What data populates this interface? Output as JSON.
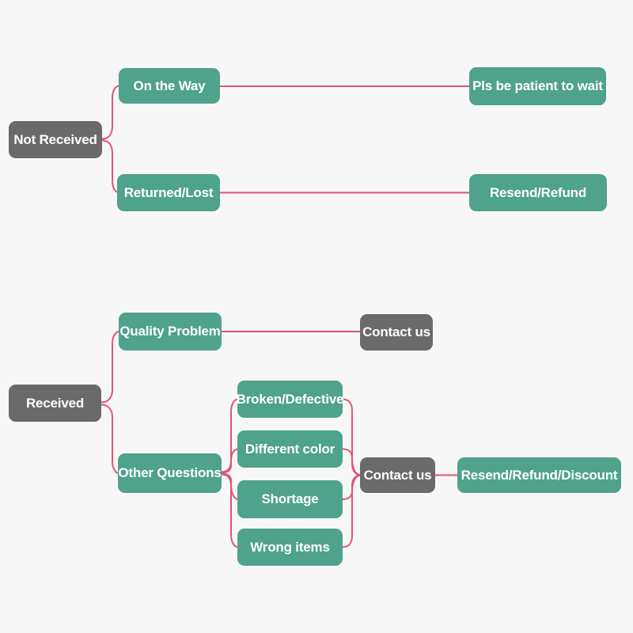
{
  "diagram": {
    "type": "flowchart-mindmap",
    "topic": "Order issue resolution flow",
    "colors": {
      "background": "#f7f7f8",
      "topic_green": "#4fa28c",
      "topic_gray": "#6a6a6a",
      "connector_pink": "#e25378",
      "label_text": "#ffffff"
    },
    "nodes": {
      "not_received": "Not Received",
      "on_the_way": "On the Way",
      "pls_be_patient": "Pls be patient to wait",
      "returned_lost": "Returned/Lost",
      "resend_refund": "Resend/Refund",
      "received": "Received",
      "quality_problem": "Quality Problem",
      "contact_us_quality": "Contact us",
      "other_questions": "Other Questions",
      "broken_defective": "Broken/Defective",
      "different_color": "Different color",
      "shortage": "Shortage",
      "wrong_items": "Wrong items",
      "contact_us_other": "Contact us",
      "resend_refund_discount": "Resend/Refund/Discount"
    },
    "structure": {
      "branches": [
        {
          "root": "Not Received",
          "children": [
            {
              "label": "On the Way",
              "result": "Pls be patient to wait"
            },
            {
              "label": "Returned/Lost",
              "result": "Resend/Refund"
            }
          ]
        },
        {
          "root": "Received",
          "children": [
            {
              "label": "Quality Problem",
              "result": "Contact us"
            },
            {
              "label": "Other Questions",
              "sub_items": [
                "Broken/Defective",
                "Different color",
                "Shortage",
                "Wrong items"
              ],
              "result": "Contact us",
              "final_result": "Resend/Refund/Discount"
            }
          ]
        }
      ]
    }
  }
}
